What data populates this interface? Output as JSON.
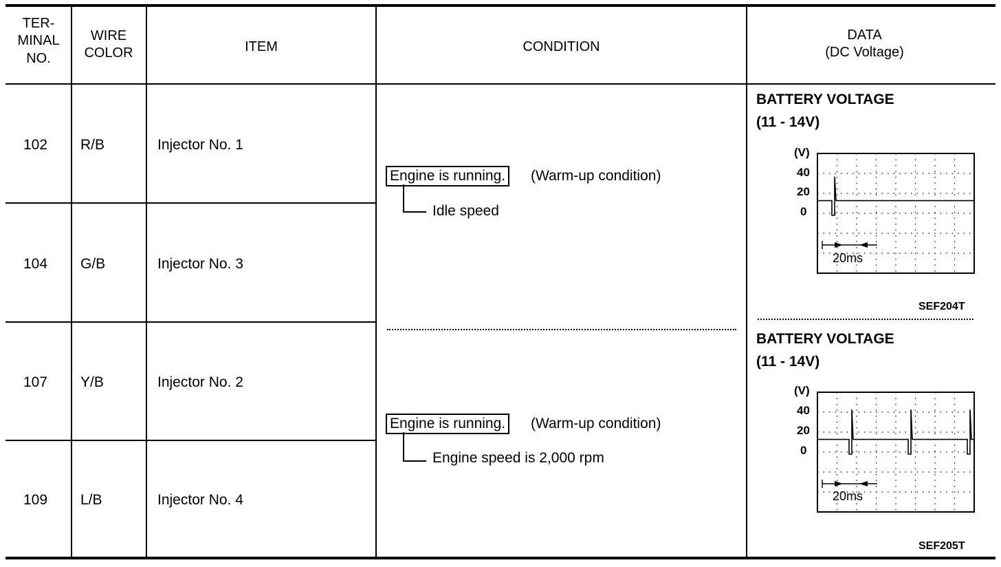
{
  "header": {
    "terminal_no": [
      "TER-",
      "MINAL",
      "NO."
    ],
    "wire_color": [
      "WIRE",
      "COLOR"
    ],
    "item": "ITEM",
    "condition": "CONDITION",
    "data": [
      "DATA",
      "(DC Voltage)"
    ]
  },
  "rows": [
    {
      "terminal": "102",
      "wire": "R/B",
      "item": "Injector No. 1"
    },
    {
      "terminal": "104",
      "wire": "G/B",
      "item": "Injector No. 3"
    },
    {
      "terminal": "107",
      "wire": "Y/B",
      "item": "Injector No. 2"
    },
    {
      "terminal": "109",
      "wire": "L/B",
      "item": "Injector No. 4"
    }
  ],
  "conditions": [
    {
      "boxed": "Engine is running.",
      "note": "(Warm-up condition)",
      "sub": "Idle speed"
    },
    {
      "boxed": "Engine is running.",
      "note": "(Warm-up condition)",
      "sub": "Engine speed is 2,000 rpm"
    }
  ],
  "data_cells": [
    {
      "title": "BATTERY VOLTAGE",
      "range": "(11 - 14V)",
      "y_unit": "(V)",
      "y_ticks": [
        "40",
        "20",
        "0"
      ],
      "time_label": "20ms",
      "figure_code": "SEF204T",
      "baseline_v": 12,
      "spike_peak_v": 36,
      "spike_count": 1
    },
    {
      "title": "BATTERY VOLTAGE",
      "range": "(11 - 14V)",
      "y_unit": "(V)",
      "y_ticks": [
        "40",
        "20",
        "0"
      ],
      "time_label": "20ms",
      "figure_code": "SEF205T",
      "baseline_v": 12,
      "spike_peak_v": 42,
      "spike_count": 3
    }
  ]
}
